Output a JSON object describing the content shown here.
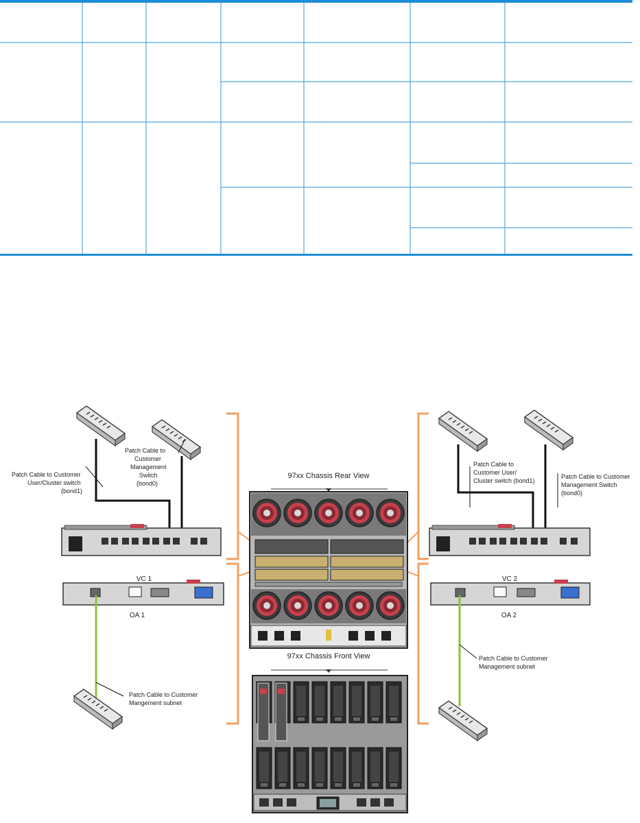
{
  "table": {
    "accent_color": "#1f8ed8",
    "grid_color": "#55a8e0"
  },
  "diagram": {
    "rear_title": "97xx Chassis Rear View",
    "front_title": "97xx Chassis Front View",
    "vc1_label": "VC 1",
    "vc2_label": "VC 2",
    "oa1_label": "OA 1",
    "oa2_label": "OA 2",
    "left_user_cable": [
      "Patch Cable to Customer",
      "User/Cluster switch",
      "(bond1)"
    ],
    "left_mgmt_cable": [
      "Patch Cable to",
      "Customer",
      "Management",
      "Switch",
      "(bond0)"
    ],
    "right_user_cable": [
      "Patch Cable to",
      "Customer User/",
      "Cluster switch (bond1)"
    ],
    "right_mgmt_cable": [
      "Patch Cable to Customer",
      "Management Switch",
      "(bond0)"
    ],
    "left_oa_cable": [
      "Patch Cable to Customer",
      "Mangement subnet"
    ],
    "right_oa_cable": [
      "Patch Cable to Customer",
      "Management subnet"
    ],
    "bracket_color": "#f0a060",
    "oa_cable_color": "#8fc23a",
    "fan_color": "#c8404e"
  }
}
